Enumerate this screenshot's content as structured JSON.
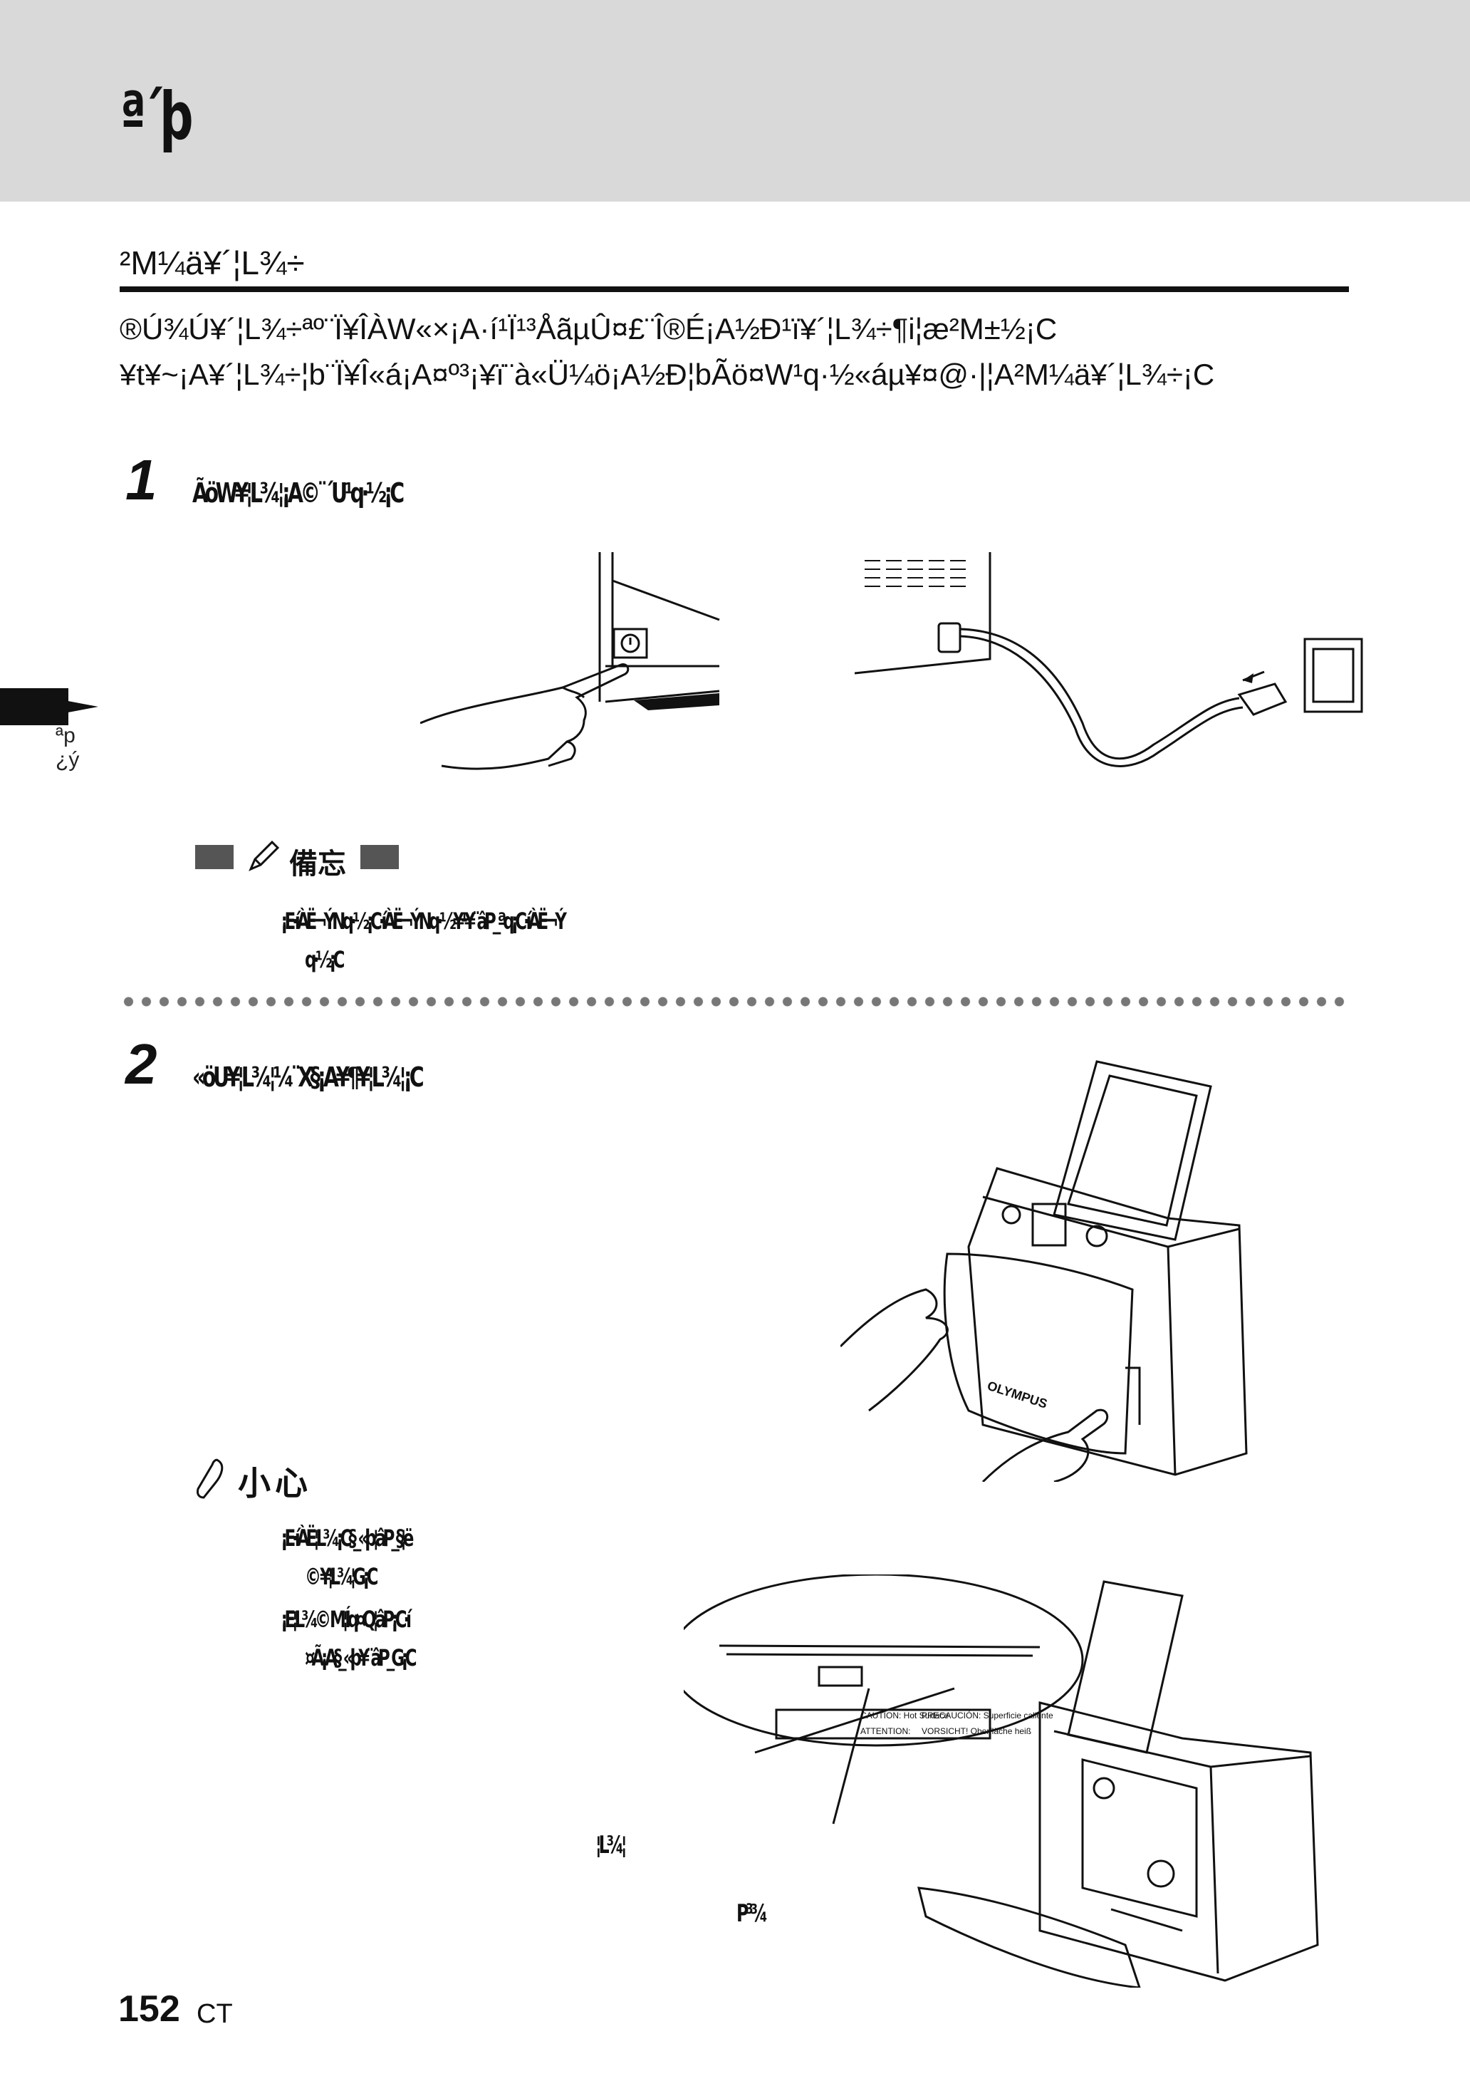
{
  "header": {
    "chapter_title": "ª´þ"
  },
  "section": {
    "title": "²M¼ä¥´¦L¾÷"
  },
  "intro": {
    "line1": "®Ú¾Ú¥´¦L¾÷ªº¨Ï¥ÎÀW«×¡A·í¹Ï¹³ÅãµÛ¤£¨Î®É¡A½Ð¹ï¥´¦L¾÷¶i¦æ²M±½¡C",
    "line2": "¥t¥~¡A¥´¦L¾÷¦b¨Ï¥Î«á¡A¤º³¡¥ï¨à«Ü¼ö¡A½Ð¦bÃö¤W¹q·½«áµ¥¤@·|¦A²M¼ä¥´¦L¾÷¡C"
  },
  "steps": [
    {
      "number": "1",
      "text": "ÃöW¥¦L¾¦¡A©¨´U¹q·½¡C"
    },
    {
      "number": "2",
      "text": "«öU¥¦L¾¦¼¨X§¡A¥¶¥¦L¾¦¡C"
    }
  ],
  "side_tab": {
    "line1": "ªp",
    "line2": "¿ý"
  },
  "memo": {
    "title": "備忘",
    "line1": "¡E·íÀË¬ÝNq·½¡C·íÀË¬ÝNq·½¥¹¥¨âP_ªq¡C·íÀË¬Ý",
    "line2": "q·½¡C"
  },
  "caution": {
    "title": "小心",
    "line1": "¡E·íÀË¦L¾¡C§_«þ¦âP_§¦ë",
    "line2": "© ¥¦L¾¦G¡C",
    "line3": "¡E¦L¾© M¦Íq¤Q¦âP¡C·í",
    "line4": "¤Ã¡A§_«þ¥¨âP_G¡C"
  },
  "callouts": {
    "head_label": "¦L¾¦",
    "sensor_label": "P³¾"
  },
  "figure_text": {
    "printer_brand": "OLYMPUS",
    "caution_label": "CAUTION: Hot Surface",
    "precaucion_label": "PRECAUCIÓN: Superficie caliente",
    "attention_label": "ATTENTION:",
    "vorsicht_label": "VORSICHT! Oberfläche heiß"
  },
  "footer": {
    "page_number": "152",
    "page_suffix": "CT"
  },
  "colors": {
    "header_band": "#d9d9d9",
    "ink": "#111111",
    "memo_box": "#555555"
  }
}
